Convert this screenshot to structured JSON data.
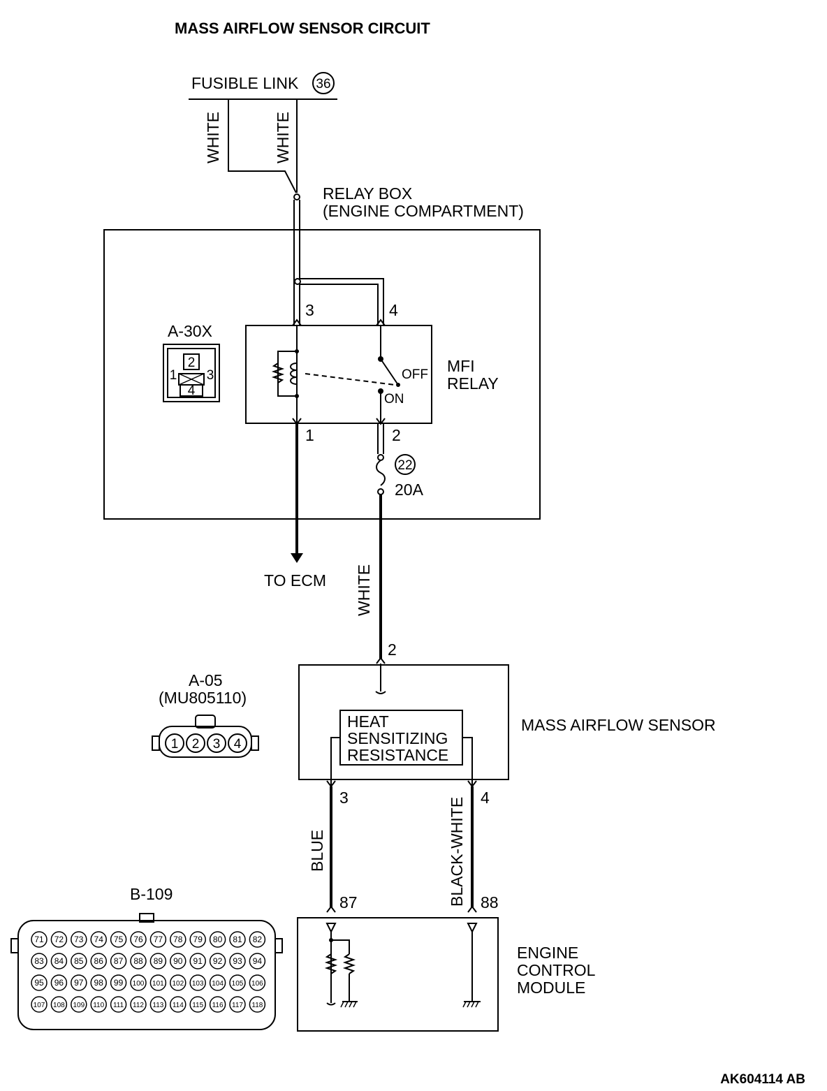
{
  "title": "MASS AIRFLOW SENSOR CIRCUIT",
  "fusible_link": {
    "label": "FUSIBLE LINK",
    "number": "36"
  },
  "wires": {
    "fusible_left": "WHITE",
    "fusible_right": "WHITE",
    "relay_to_sensor": "WHITE",
    "sensor_pin3_to_ecm": "BLUE",
    "sensor_pin4_to_ecm": "BLACK-WHITE"
  },
  "relay_box": {
    "line1": "RELAY BOX",
    "line2": "(ENGINE COMPARTMENT)"
  },
  "relay_connector": {
    "id": "A-30X",
    "pins": [
      "1",
      "2",
      "3",
      "4"
    ]
  },
  "mfi_relay": {
    "line1": "MFI",
    "line2": "RELAY",
    "switch_off": "OFF",
    "switch_on": "ON",
    "pins": {
      "top_left": "3",
      "top_right": "4",
      "bottom_left": "1",
      "bottom_right": "2"
    }
  },
  "fuse": {
    "number": "22",
    "rating": "20A"
  },
  "to_ecm": "TO ECM",
  "maf_connector": {
    "id": "A-05",
    "part": "(MU805110)",
    "pins": [
      "1",
      "2",
      "3",
      "4"
    ]
  },
  "mass_airflow_sensor": {
    "label": "MASS AIRFLOW SENSOR",
    "element_line1": "HEAT",
    "element_line2": "SENSITIZING",
    "element_line3": "RESISTANCE",
    "pins": {
      "top": "2",
      "left": "3",
      "right": "4"
    }
  },
  "ecm": {
    "line1": "ENGINE",
    "line2": "CONTROL",
    "line3": "MODULE",
    "pins": {
      "left": "87",
      "right": "88"
    }
  },
  "ecm_connector": {
    "id": "B-109",
    "rows": [
      [
        "71",
        "72",
        "73",
        "74",
        "75",
        "76",
        "77",
        "78",
        "79",
        "80",
        "81",
        "82"
      ],
      [
        "83",
        "84",
        "85",
        "86",
        "87",
        "88",
        "89",
        "90",
        "91",
        "92",
        "93",
        "94"
      ],
      [
        "95",
        "96",
        "97",
        "98",
        "99",
        "100",
        "101",
        "102",
        "103",
        "104",
        "105",
        "106"
      ],
      [
        "107",
        "108",
        "109",
        "110",
        "111",
        "112",
        "113",
        "114",
        "115",
        "116",
        "117",
        "118"
      ]
    ]
  },
  "figure_code": "AK604114 AB"
}
